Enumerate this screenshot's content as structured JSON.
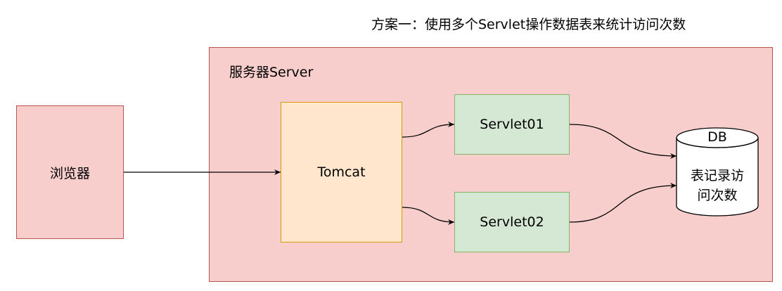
{
  "title": "方案一：使用多个Servlet操作数据表来统计访问次数",
  "server": {
    "label": "服务器Server"
  },
  "browser": {
    "label": "浏览器"
  },
  "tomcat": {
    "label": "Tomcat"
  },
  "servlets": [
    {
      "label": "Servlet01"
    },
    {
      "label": "Servlet02"
    }
  ],
  "database": {
    "name": "DB",
    "caption_line1": "表记录访",
    "caption_line2": "问次数"
  },
  "colors": {
    "server_fill": "#f8cecc",
    "server_stroke": "#b85450",
    "tomcat_fill": "#ffe6cc",
    "tomcat_stroke": "#d79b00",
    "servlet_fill": "#d5e8d4",
    "servlet_stroke": "#82b366",
    "db_fill": "#ffffff",
    "edge": "#000000"
  }
}
